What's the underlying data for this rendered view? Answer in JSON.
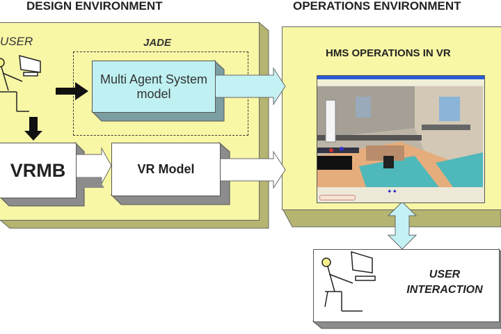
{
  "design": {
    "title": "DESIGN ENVIRONMENT",
    "user_label": "USER",
    "jade_label": "JADE",
    "mas_label": "Multi Agent System model",
    "vrmb_label": "VRMB",
    "vrmodel_label": "VR Model"
  },
  "operations": {
    "title": "OPERATIONS ENVIRONMENT",
    "subtitle": "HMS OPERATIONS IN VR",
    "user_interaction_line1": "USER",
    "user_interaction_line2": "INTERACTION"
  },
  "colors": {
    "panel": "#f8f7a6",
    "panel_side": "#b5b470",
    "mas_box": "#bff0f2",
    "shadow": "#8c8c8c",
    "arrow_blue": "#c4f1f3"
  }
}
